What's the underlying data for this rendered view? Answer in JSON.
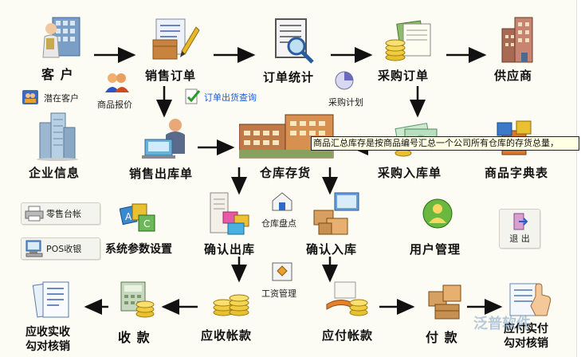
{
  "colors": {
    "background": "#fcfcf4",
    "arrow": "#111111",
    "tooltip_bg": "#ffffe4",
    "accent_blue": "#1c5ad6"
  },
  "modules": {
    "customer": {
      "label": "客 户",
      "icon": "customer-icon"
    },
    "sales_order": {
      "label": "销售订单",
      "icon": "sales-order-icon"
    },
    "order_stats": {
      "label": "订单统计",
      "icon": "order-stats-icon"
    },
    "purchase_order": {
      "label": "采购订单",
      "icon": "purchase-order-icon"
    },
    "supplier": {
      "label": "供应商",
      "icon": "supplier-icon"
    },
    "company_info": {
      "label": "企业信息",
      "icon": "company-building-icon"
    },
    "sales_out": {
      "label": "销售出库单",
      "icon": "sales-out-icon"
    },
    "warehouse": {
      "label": "仓库存货",
      "icon": "warehouse-icon"
    },
    "purchase_in": {
      "label": "采购入库单",
      "icon": "purchase-in-icon"
    },
    "product_dict": {
      "label": "商品字典表",
      "icon": "product-dict-icon"
    },
    "sys_params": {
      "label": "系统参数设置",
      "icon": "system-params-icon"
    },
    "confirm_out": {
      "label": "确认出库",
      "icon": "confirm-out-icon"
    },
    "confirm_in": {
      "label": "确认入库",
      "icon": "confirm-in-icon"
    },
    "user_mgmt": {
      "label": "用户管理",
      "icon": "user-management-icon"
    },
    "ar_verify": {
      "label": "应收实收\n勾对核销",
      "label1": "应收实收",
      "label2": "勾对核销",
      "icon": "receivable-verify-icon"
    },
    "collection": {
      "label": "收 款",
      "icon": "collection-icon"
    },
    "receivable": {
      "label": "应收帐款",
      "icon": "receivable-icon"
    },
    "payable": {
      "label": "应付帐款",
      "icon": "payable-icon"
    },
    "payment": {
      "label": "付 款",
      "icon": "payment-icon"
    },
    "ap_verify": {
      "label1": "应付实付",
      "label2": "勾对核销",
      "icon": "payable-verify-icon"
    }
  },
  "small_links": {
    "potential_customer": "潜在客户",
    "product_quote": "商品报价",
    "order_ship_query": "订单出货查询",
    "purchase_plan": "采购计划",
    "stock_check": "仓库盘点",
    "salary_mgmt": "工资管理"
  },
  "side_buttons": {
    "retail_ledger": "零售台帐",
    "pos_register": "POS收银",
    "exit": "退 出"
  },
  "tooltip": "商品汇总库存是按商品编号汇总一个公司所有仓库的存货总量，",
  "watermark": "泛普软件"
}
